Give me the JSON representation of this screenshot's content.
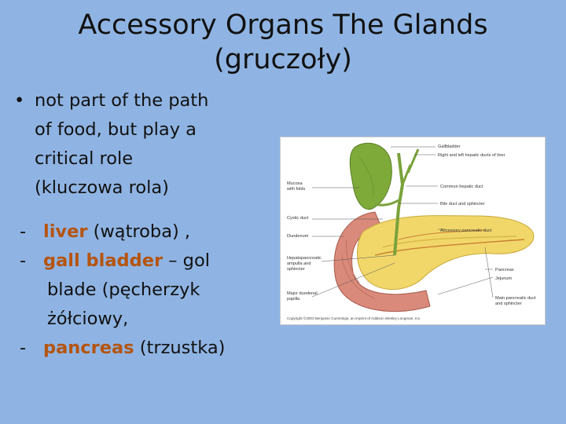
{
  "slide": {
    "title_line1": "Accessory Organs The Glands",
    "title_line2": "(gruczoły)",
    "bullet": {
      "symbol": "•",
      "lines": [
        "not part of the path",
        "of food, but play a",
        "critical role",
        "(kluczowa rola)"
      ]
    },
    "items": [
      {
        "dash": "-",
        "term": "liver",
        "rest": " (wątroba) ,"
      },
      {
        "dash": "-",
        "term": "gall bladder",
        "rest": " – gol"
      },
      {
        "dash": "",
        "term": "",
        "rest": "blade (pęcherzyk"
      },
      {
        "dash": "",
        "term": "",
        "rest": "żółciowy,"
      },
      {
        "dash": "-",
        "term": "pancreas",
        "rest": " (trzustka)"
      }
    ]
  },
  "figure": {
    "labels_right": [
      "Gallbladder",
      "Right and left hepatic ducts of liver",
      "Common hepatic duct",
      "Bile duct and sphincter",
      "Accessory pancreatic duct",
      "Pancreas",
      "Jejunum",
      "Main pancreatic duct",
      "and sphincter"
    ],
    "labels_left": [
      "Mucosa",
      "with folds",
      "Cystic duct",
      "Duodenum",
      "Hepatopancreatic",
      "ampulla and",
      "sphincter",
      "Major duodenal",
      "papilla"
    ],
    "copyright": "Copyright ©2003 Benjamin Cummings, an imprint of Addison Wesley Longman, Inc."
  },
  "colors": {
    "background": "#8fb4e3",
    "keyword": "#b5540f"
  }
}
